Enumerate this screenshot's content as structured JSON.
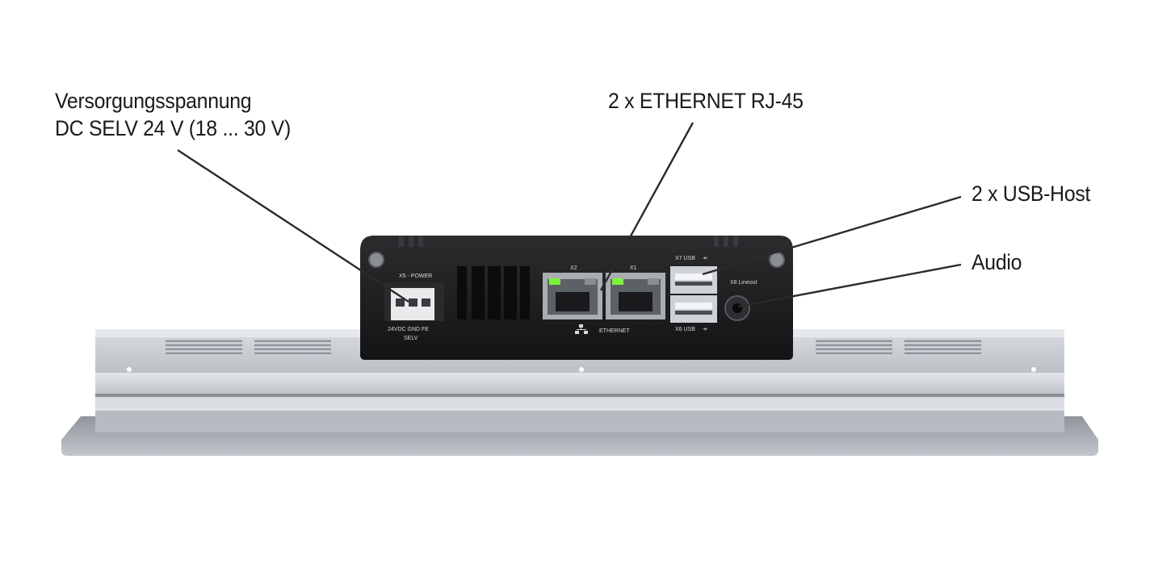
{
  "callouts": {
    "power_line1": "Versorgungsspannung",
    "power_line2": "DC SELV 24 V (18 ... 30 V)",
    "ethernet": "2 x ETHERNET RJ-45",
    "usb": "2 x USB-Host",
    "audio": "Audio"
  },
  "device_labels": {
    "power_port": "X5 - POWER",
    "power_pins": "24VDC  GND  FE",
    "selv": "SELV",
    "eth_x2": "X2",
    "eth_x1": "X1",
    "ethernet": "ETHERNET",
    "usb_x7": "X7 USB",
    "usb_x6": "X6 USB",
    "audio_x8": "X8 Lineout"
  },
  "colors": {
    "housing": "#1c1c1e",
    "panel_frame": "#c9cdd1",
    "led_green": "#7df23a",
    "leader_line": "#2b2b2b"
  }
}
